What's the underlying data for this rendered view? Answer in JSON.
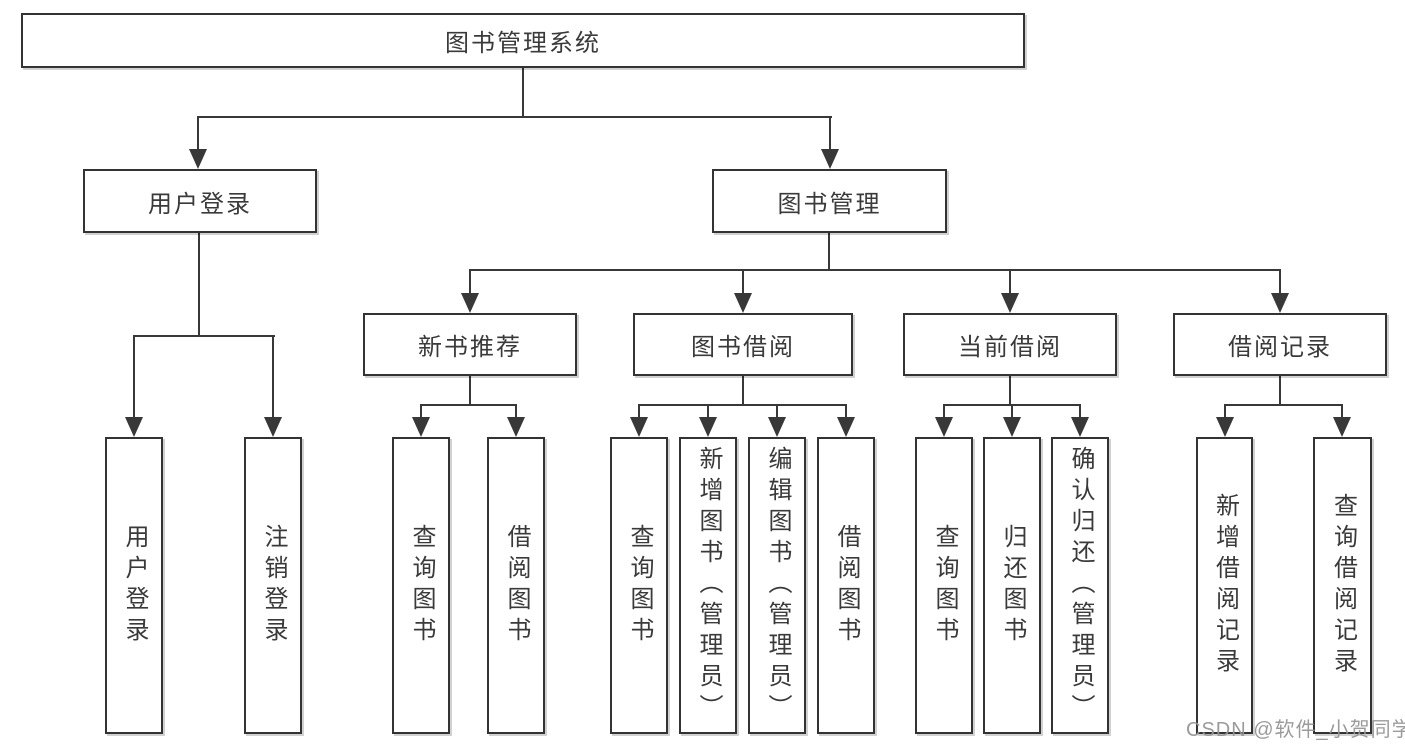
{
  "diagram": {
    "title": "图书管理系统",
    "tree": {
      "label": "图书管理系统",
      "children": [
        {
          "label": "用户登录",
          "children": [
            {
              "label": "用户登录"
            },
            {
              "label": "注销登录"
            }
          ]
        },
        {
          "label": "图书管理",
          "children": [
            {
              "label": "新书推荐",
              "children": [
                {
                  "label": "查询图书"
                },
                {
                  "label": "借阅图书"
                }
              ]
            },
            {
              "label": "图书借阅",
              "children": [
                {
                  "label": "查询图书"
                },
                {
                  "label": "新增图书（管理员）"
                },
                {
                  "label": "编辑图书（管理员）"
                },
                {
                  "label": "借阅图书"
                }
              ]
            },
            {
              "label": "当前借阅",
              "children": [
                {
                  "label": "查询图书"
                },
                {
                  "label": "归还图书"
                },
                {
                  "label": "确认归还（管理员）"
                }
              ]
            },
            {
              "label": "借阅记录",
              "children": [
                {
                  "label": "新增借阅记录"
                },
                {
                  "label": "查询借阅记录"
                }
              ]
            }
          ]
        }
      ]
    },
    "watermark": "CSDN @软件_小贺同学",
    "colors": {
      "line": "#383838",
      "border": "#333333",
      "text": "#3a3a3a",
      "watermark": "#969696",
      "background": "#ffffff"
    }
  }
}
